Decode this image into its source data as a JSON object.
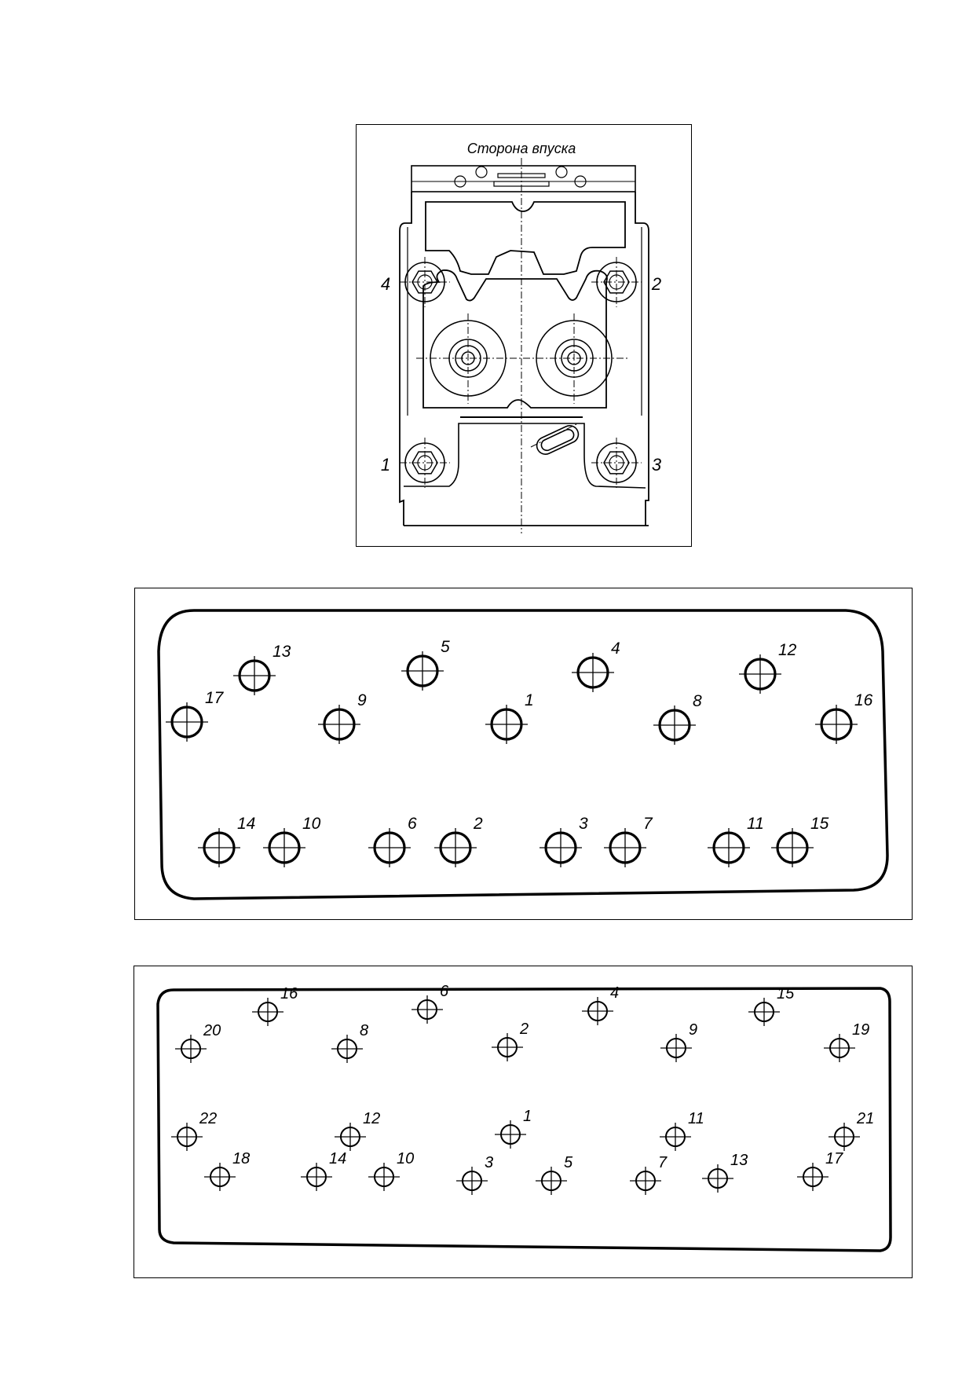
{
  "cylinder_head": {
    "caption": "Сторона впуска",
    "bolts": [
      {
        "label": "4"
      },
      {
        "label": "2"
      },
      {
        "label": "1"
      },
      {
        "label": "3"
      }
    ]
  },
  "gasket_16": {
    "bolts": [
      {
        "label": "13"
      },
      {
        "label": "5"
      },
      {
        "label": "4"
      },
      {
        "label": "12"
      },
      {
        "label": "17"
      },
      {
        "label": "9"
      },
      {
        "label": "1"
      },
      {
        "label": "8"
      },
      {
        "label": "16"
      },
      {
        "label": "14"
      },
      {
        "label": "10"
      },
      {
        "label": "6"
      },
      {
        "label": "2"
      },
      {
        "label": "3"
      },
      {
        "label": "7"
      },
      {
        "label": "11"
      },
      {
        "label": "15"
      }
    ]
  },
  "gasket_22": {
    "bolts": [
      {
        "label": "16"
      },
      {
        "label": "6"
      },
      {
        "label": "4"
      },
      {
        "label": "15"
      },
      {
        "label": "20"
      },
      {
        "label": "8"
      },
      {
        "label": "2"
      },
      {
        "label": "9"
      },
      {
        "label": "19"
      },
      {
        "label": "22"
      },
      {
        "label": "12"
      },
      {
        "label": "1"
      },
      {
        "label": "11"
      },
      {
        "label": "21"
      },
      {
        "label": "18"
      },
      {
        "label": "14"
      },
      {
        "label": "10"
      },
      {
        "label": "3"
      },
      {
        "label": "5"
      },
      {
        "label": "7"
      },
      {
        "label": "13"
      },
      {
        "label": "17"
      }
    ]
  }
}
